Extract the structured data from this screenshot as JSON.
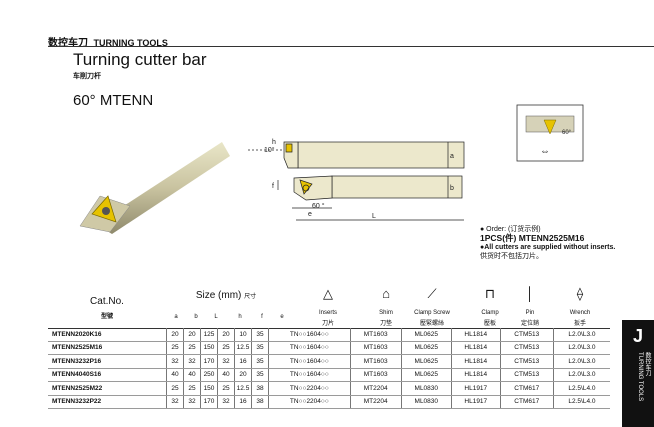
{
  "header": {
    "cn": "数控车刀",
    "en": "TURNING TOOLS"
  },
  "title": "Turning cutter bar",
  "subtitle": "车削刀杆",
  "model": "60°  MTENN",
  "angle_labels": {
    "main": "60 °",
    "tool": "10°",
    "insert": "60°"
  },
  "dim_letters": {
    "a": "a",
    "b": "b",
    "h": "h",
    "f": "f",
    "e": "e",
    "L": "L"
  },
  "order": {
    "line1": "● Order: (订货示例)",
    "line2": "1PCS(件) MTENN2525M16",
    "line3": "●All cutters are supplied without inserts.",
    "line4": "供货时不包括刀片。"
  },
  "table": {
    "cat_label": "Cat.No.",
    "cat_label_cn": "型號",
    "size_label": "Size (mm)",
    "size_label_cn": "尺寸",
    "dim_headers": [
      "a",
      "b",
      "L",
      "h",
      "f",
      "e"
    ],
    "part_headers": [
      {
        "en": "Inserts",
        "cn": "刀片",
        "icon": "insert-icon"
      },
      {
        "en": "Shim",
        "cn": "刀垫",
        "icon": "shim-icon"
      },
      {
        "en": "Clamp Screw",
        "cn": "壓緊螺絲",
        "icon": "clamp-screw-icon"
      },
      {
        "en": "Clamp",
        "cn": "壓板",
        "icon": "clamp-icon"
      },
      {
        "en": "Pin",
        "cn": "定位銷",
        "icon": "pin-icon"
      },
      {
        "en": "Wrench",
        "cn": "扳手",
        "icon": "wrench-icon"
      }
    ],
    "rows": [
      [
        "MTENN2020K16",
        "20",
        "20",
        "125",
        "20",
        "10",
        "35",
        "TN○○1604○○",
        "MT1603",
        "ML0625",
        "HL1814",
        "CTM513",
        "L2.0\\L3.0"
      ],
      [
        "MTENN2525M16",
        "25",
        "25",
        "150",
        "25",
        "12.5",
        "35",
        "TN○○1604○○",
        "MT1603",
        "ML0625",
        "HL1814",
        "CTM513",
        "L2.0\\L3.0"
      ],
      [
        "MTENN3232P16",
        "32",
        "32",
        "170",
        "32",
        "16",
        "35",
        "TN○○1604○○",
        "MT1603",
        "ML0625",
        "HL1814",
        "CTM513",
        "L2.0\\L3.0"
      ],
      [
        "MTENN4040S16",
        "40",
        "40",
        "250",
        "40",
        "20",
        "35",
        "TN○○1604○○",
        "MT1603",
        "ML0625",
        "HL1814",
        "CTM513",
        "L2.0\\L3.0"
      ],
      [
        "MTENN2525M22",
        "25",
        "25",
        "150",
        "25",
        "12.5",
        "38",
        "TN○○2204○○",
        "MT2204",
        "ML0830",
        "HL1917",
        "CTM617",
        "L2.5\\L4.0"
      ],
      [
        "MTENN3232P22",
        "32",
        "32",
        "170",
        "32",
        "16",
        "38",
        "TN○○2204○○",
        "MT2204",
        "ML0830",
        "HL1917",
        "CTM617",
        "L2.5\\L4.0"
      ]
    ]
  },
  "side_tab": {
    "letter": "J",
    "text_cn": "数控车刀",
    "text_en": "TURNING TOOLS"
  }
}
